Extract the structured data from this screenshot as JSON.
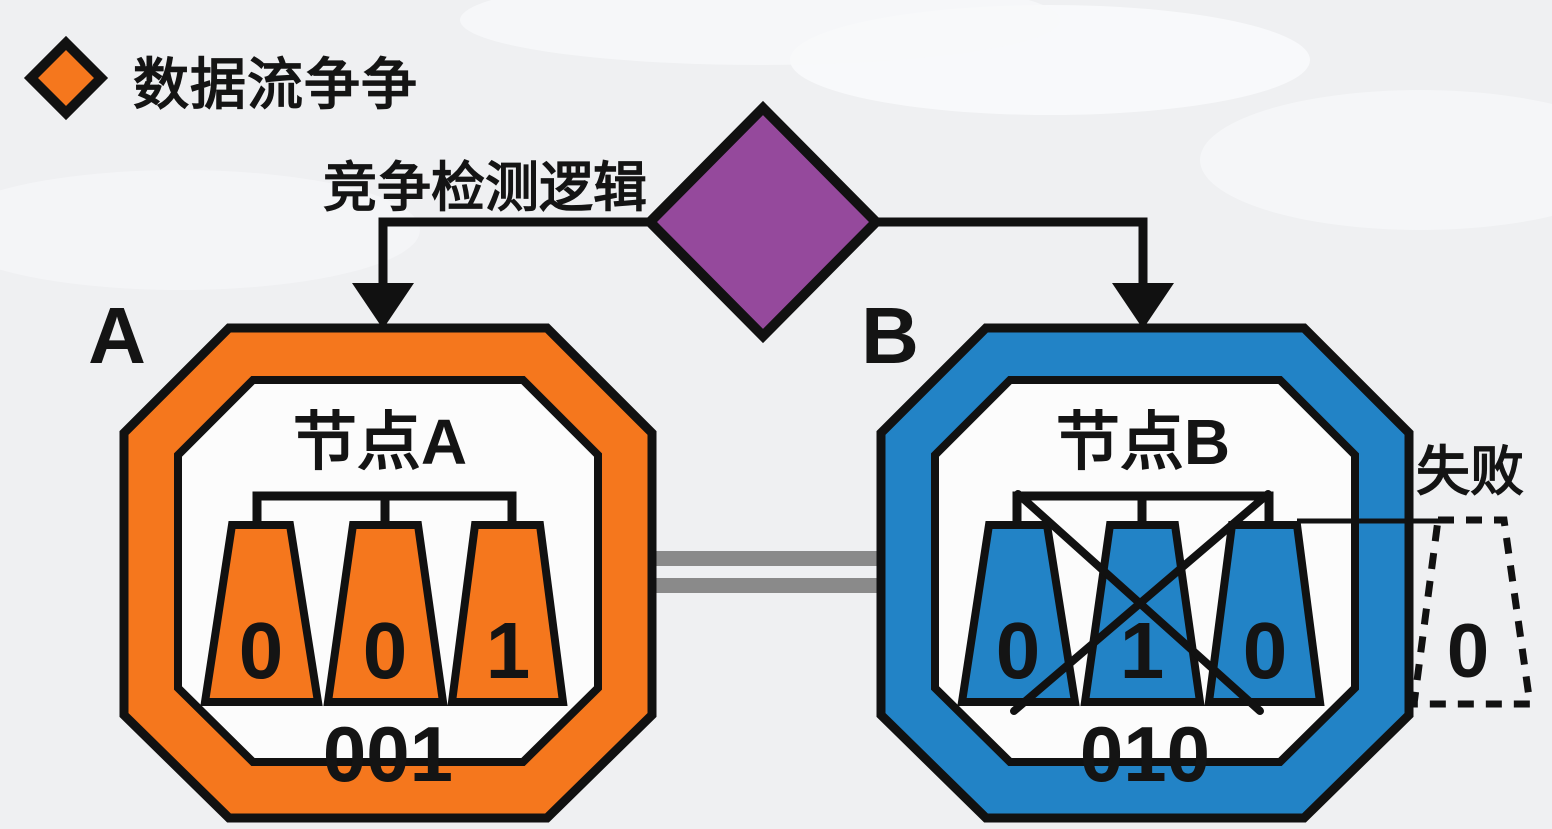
{
  "legend": {
    "icon": "diamond-icon",
    "title": "数据流争争"
  },
  "detector_label": "竞争检测逻辑",
  "node_a": {
    "label": "A",
    "title": "节点A",
    "slots": [
      "0",
      "0",
      "1"
    ],
    "value": "001"
  },
  "node_b": {
    "label": "B",
    "title": "节点B",
    "slots": [
      "0",
      "1",
      "0"
    ],
    "value": "010"
  },
  "failure": {
    "label": "失败",
    "slot_value": "0"
  },
  "colors": {
    "orange": "#F5771D",
    "blue": "#2283C6",
    "purple": "#95499C",
    "gray_link": "#8A8A8A",
    "ink": "#141414",
    "background": "#EFF0F2"
  }
}
